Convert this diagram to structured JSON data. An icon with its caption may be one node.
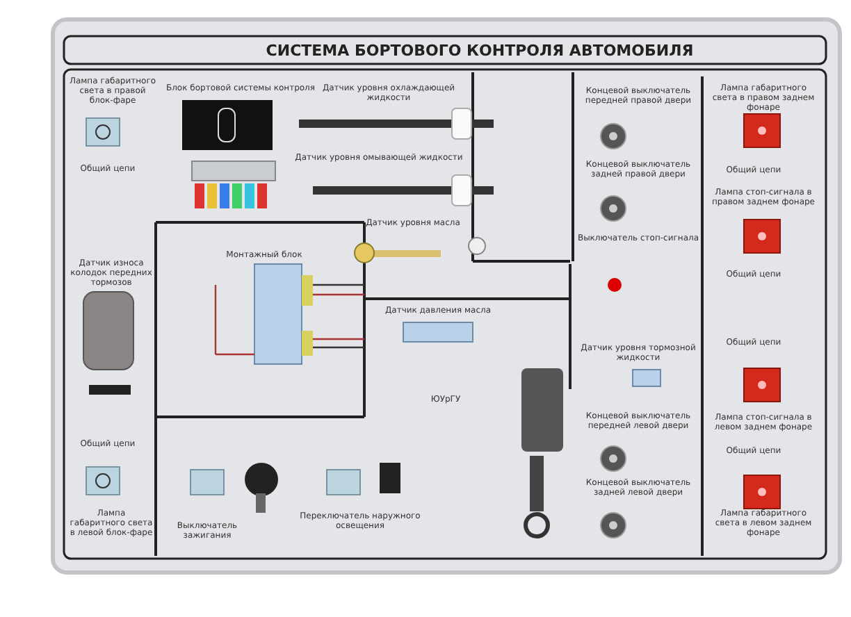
{
  "diagram": {
    "title": "СИСТЕМА БОРТОВОГО КОНТРОЛЯ АВТОМОБИЛЯ",
    "labels": [
      "Лампа габаритного света в правой блок-фаре",
      "Блок бортовой системы контроля",
      "Датчик уровня охлаждающей жидкости",
      "Концевой выключатель передней правой двери",
      "Лампа габаритного света в правом заднем фонаре",
      "Общий цепи",
      "Датчик уровня омывающей жидкости",
      "Общий цепи",
      "Концевой выключатель задней правой двери",
      "Лампа стоп-сигнала в правом заднем фонаре",
      "Датчик уровня масла",
      "Выключатель стоп-сигнала",
      "Датчик износа колодок передних тормозов",
      "Монтажный блок",
      "Общий цепи",
      "Датчик давления масла",
      "Общий цепи",
      "Датчик уровня тормозной жидкости",
      "ЮУрГУ",
      "Концевой выключатель передней левой двери",
      "Лампа стоп-сигнала в левом заднем фонаре",
      "Общий цепи",
      "Общий цепи",
      "Концевой выключатель задней левой двери",
      "Лампа габаритного света в левой блок-фаре",
      "Выключатель зажигания",
      "Переключатель наружного освещения",
      "Лампа габаритного света в левом заднем фонаре"
    ]
  }
}
